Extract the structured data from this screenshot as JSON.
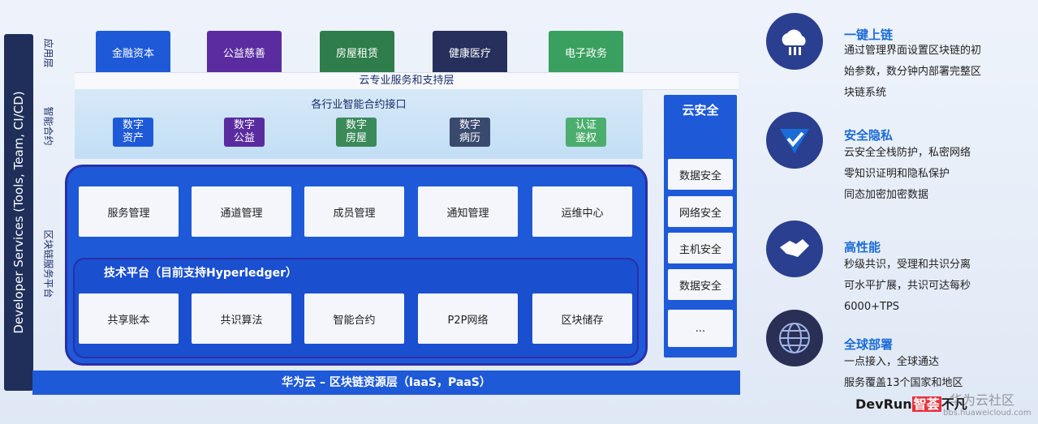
{
  "dev_services": "Developer Services (Tools, Team, CI/CD)",
  "layers": {
    "app": "应用层",
    "contract": "智能合约",
    "platform": "区块链服务平台"
  },
  "apps": [
    {
      "label": "金融资本",
      "color": "#1e5ad8"
    },
    {
      "label": "公益慈善",
      "color": "#5a2ca0"
    },
    {
      "label": "房屋租赁",
      "color": "#2e7d4a"
    },
    {
      "label": "健康医疗",
      "color": "#27305c"
    },
    {
      "label": "电子政务",
      "color": "#3aa060"
    }
  ],
  "service_layer": "云专业服务和支持层",
  "contract_interface": "各行业智能合约接口",
  "assets": [
    {
      "label": "数字\n资产",
      "color": "#1e5ad8"
    },
    {
      "label": "数字\n公益",
      "color": "#5a2ca0"
    },
    {
      "label": "数字\n房屋",
      "color": "#3a8a5a"
    },
    {
      "label": "数字\n病历",
      "color": "#3a4a6e"
    },
    {
      "label": "认证\n鉴权",
      "color": "#4cae6e"
    }
  ],
  "management": [
    "服务管理",
    "通道管理",
    "成员管理",
    "通知管理",
    "运维中心"
  ],
  "tech_platform": "技术平台（目前支持Hyperledger）",
  "tech": [
    "共享账本",
    "共识算法",
    "智能合约",
    "P2P网络",
    "区块储存"
  ],
  "cloud_security": {
    "title": "云安全",
    "items": [
      "数据安全",
      "网络安全",
      "主机安全",
      "数据安全",
      "..."
    ]
  },
  "resource_layer": "华为云 – 区块链资源层（IaaS，PaaS）",
  "features": [
    {
      "icon": "cloud-upload-icon",
      "title": "一键上链",
      "lines": [
        "通过管理界面设置区块链的初",
        "始参数，数分钟内部署完整区",
        "块链系统"
      ]
    },
    {
      "icon": "shield-check-icon",
      "title": "安全隐私",
      "lines": [
        "云安全全栈防护，私密网络",
        "零知识证明和隐私保护",
        "同态加密加密数据"
      ]
    },
    {
      "icon": "handshake-icon",
      "title": "高性能",
      "lines": [
        "秒级共识，受理和共识分离",
        "可水平扩展，共识可达每秒",
        "6000+TPS"
      ]
    },
    {
      "icon": "globe-icon",
      "title": "全球部署",
      "lines": [
        "一点接入，全球通达",
        "服务覆盖13个国家和地区"
      ]
    }
  ],
  "logo": {
    "text": "DevRun",
    "tag": "智荟",
    "suffix": "不凡"
  },
  "watermark": {
    "main": "华为云社区",
    "url": "bbs.huaweicloud.com"
  }
}
